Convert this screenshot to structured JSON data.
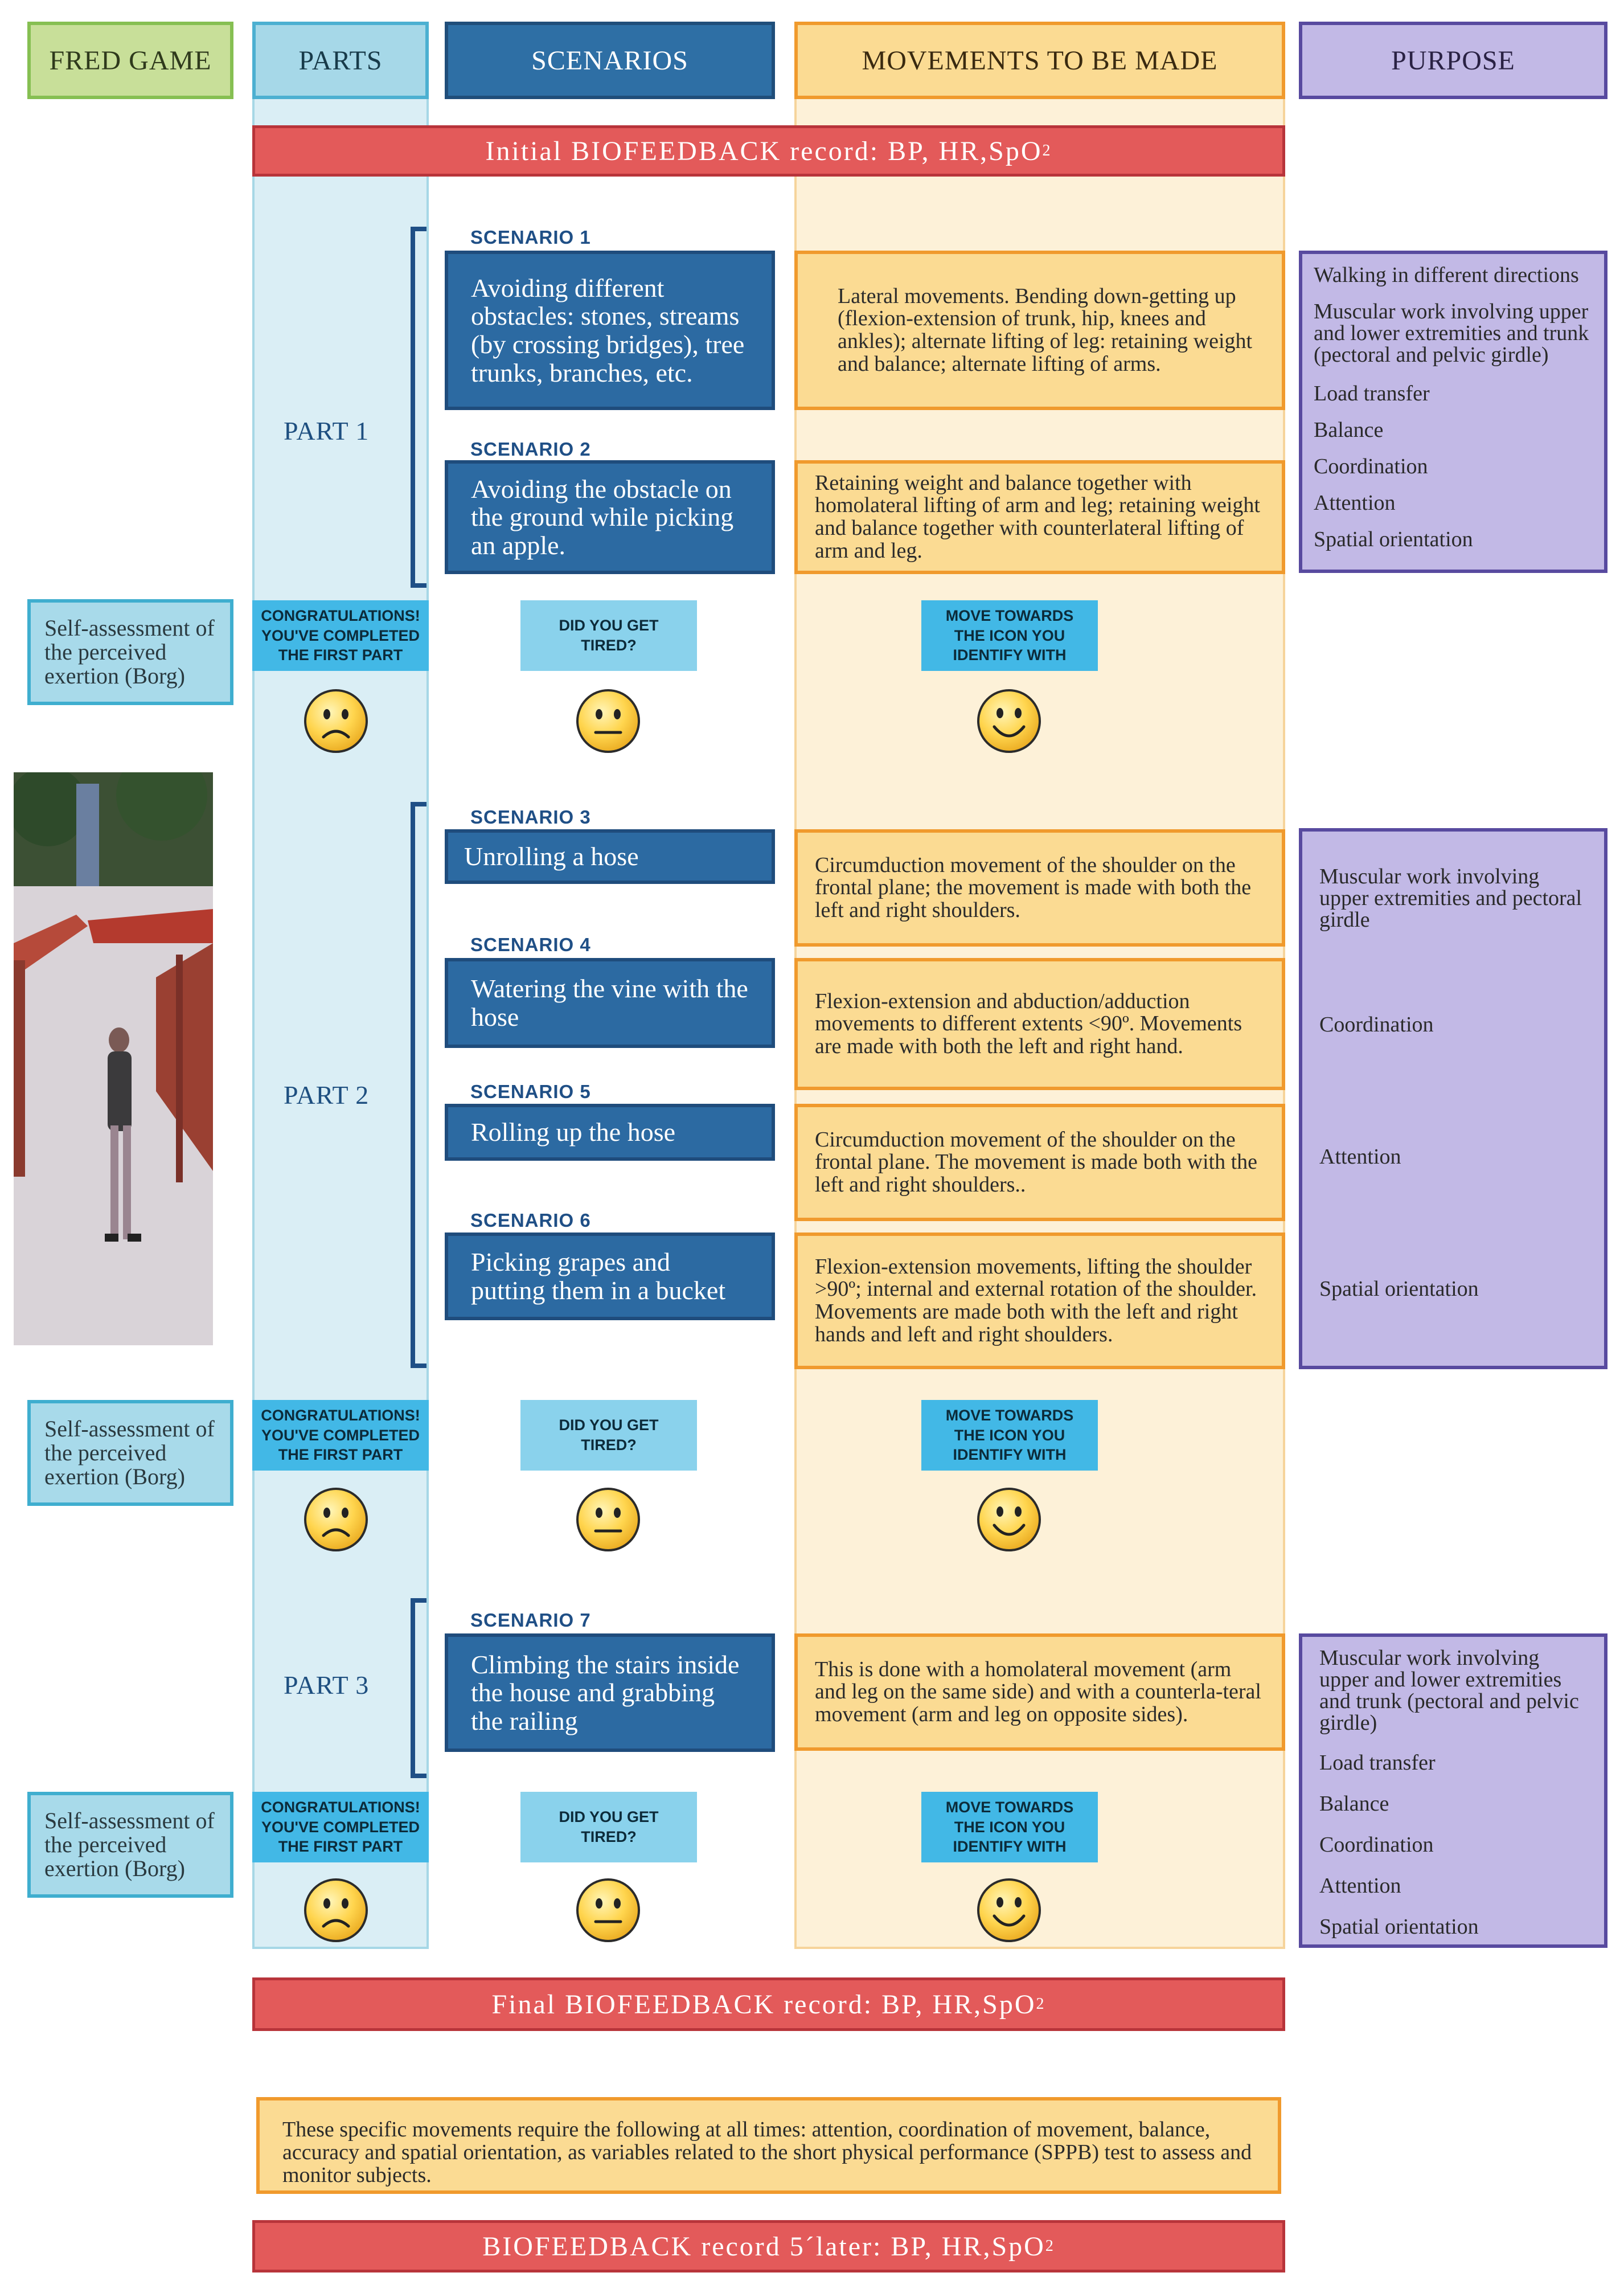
{
  "headers": {
    "fred": "FRED GAME",
    "parts": "PARTS",
    "scenarios": "SCENARIOS",
    "movements": "MOVEMENTS TO BE MADE",
    "purpose": "PURPOSE"
  },
  "records": {
    "initial_main": "Initial BIOFEEDBACK record: BP, HR,SpO",
    "final_main": "Final BIOFEEDBACK record: BP, HR,SpO",
    "later_main": "BIOFEEDBACK record 5´later: BP, HR,SpO",
    "sub": "2"
  },
  "parts": {
    "p1": "PART 1",
    "p2": "PART 2",
    "p3": "PART 3"
  },
  "scenarios": [
    {
      "label": "SCENARIO 1",
      "text": "Avoiding different obstacles: stones, streams (by crossing bridges), tree trunks, branches, etc.",
      "movement": "Lateral movements. Bending down-getting up (flexion-extension of trunk, hip, knees and ankles); alternate lifting of leg: retaining weight and balance; alternate lifting of arms."
    },
    {
      "label": "SCENARIO 2",
      "text": "Avoiding the obstacle on the ground while picking an apple.",
      "movement": "Retaining weight and balance together with homolateral lifting of arm and leg; retaining weight and balance together with counterlateral lifting of arm and leg."
    },
    {
      "label": "SCENARIO 3",
      "text": "Unrolling a hose",
      "movement": "Circumduction movement of the shoulder on the frontal plane; the movement is made with  both the left and right shoulders."
    },
    {
      "label": "SCENARIO 4",
      "text": "Watering the vine with the hose",
      "movement": "Flexion-extension and abduction/adduction movements to different extents <90º. Movements are made with both the left and right hand."
    },
    {
      "label": "SCENARIO 5",
      "text": "Rolling up the hose",
      "movement": "Circumduction movement of the shoulder on the frontal plane. The movement is made both with the left and right shoulders.."
    },
    {
      "label": "SCENARIO 6",
      "text": "Picking grapes and putting them in a bucket",
      "movement": "Flexion-extension movements, lifting the shoulder >90º; internal and external rotation of the shoulder. Movements are made both with the left and right hands and left and right shoulders."
    },
    {
      "label": "SCENARIO 7",
      "text": "Climbing the stairs inside the house and grabbing the railing",
      "movement": "This is done with a homolateral movement (arm and leg on the same side) and with a counterla-teral movement (arm and leg on opposite sides)."
    }
  ],
  "purpose": {
    "group1": [
      "Walking in different directions",
      "Muscular work involving upper and lower extremities and trunk (pectoral and pelvic girdle)",
      "Load transfer",
      "Balance",
      "Coordination",
      "Attention",
      "Spatial orientation"
    ],
    "group2": [
      "Muscular work involving upper extremities and pectoral girdle",
      "Coordination",
      "Attention",
      "Spatial orientation"
    ],
    "group3": [
      "Muscular work involving upper and lower extremities and trunk (pectoral and pelvic girdle)",
      "Load transfer",
      "Balance",
      "Coordination",
      "Attention",
      "Spatial orientation"
    ]
  },
  "self_assessment": "Self-assessment of the perceived exertion (Borg)",
  "badges": {
    "congrats": "CONGRATULATIONS! YOU'VE COMPLETED THE FIRST PART",
    "tired": "DID YOU GET TIRED?",
    "move": "MOVE TOWARDS THE ICON YOU IDENTIFY WITH"
  },
  "bottom_note": "These specific movements require the following at all times: attention, coordination of movement, balance, accuracy and spatial orientation, as variables related to the short physical performance (SPPB) test to assess and monitor subjects.",
  "colors": {
    "red_record": "#e35a5a",
    "scenario_blue": "#2c6aa2",
    "movement_orange": "#fbdb93",
    "purpose_purple": "#c2b9e6",
    "parts_light_blue": "#a6d8e8",
    "fred_green": "#c8df99"
  },
  "icons": {
    "sad": "sad-face-icon",
    "neutral": "neutral-face-icon",
    "happy": "happy-face-icon"
  }
}
